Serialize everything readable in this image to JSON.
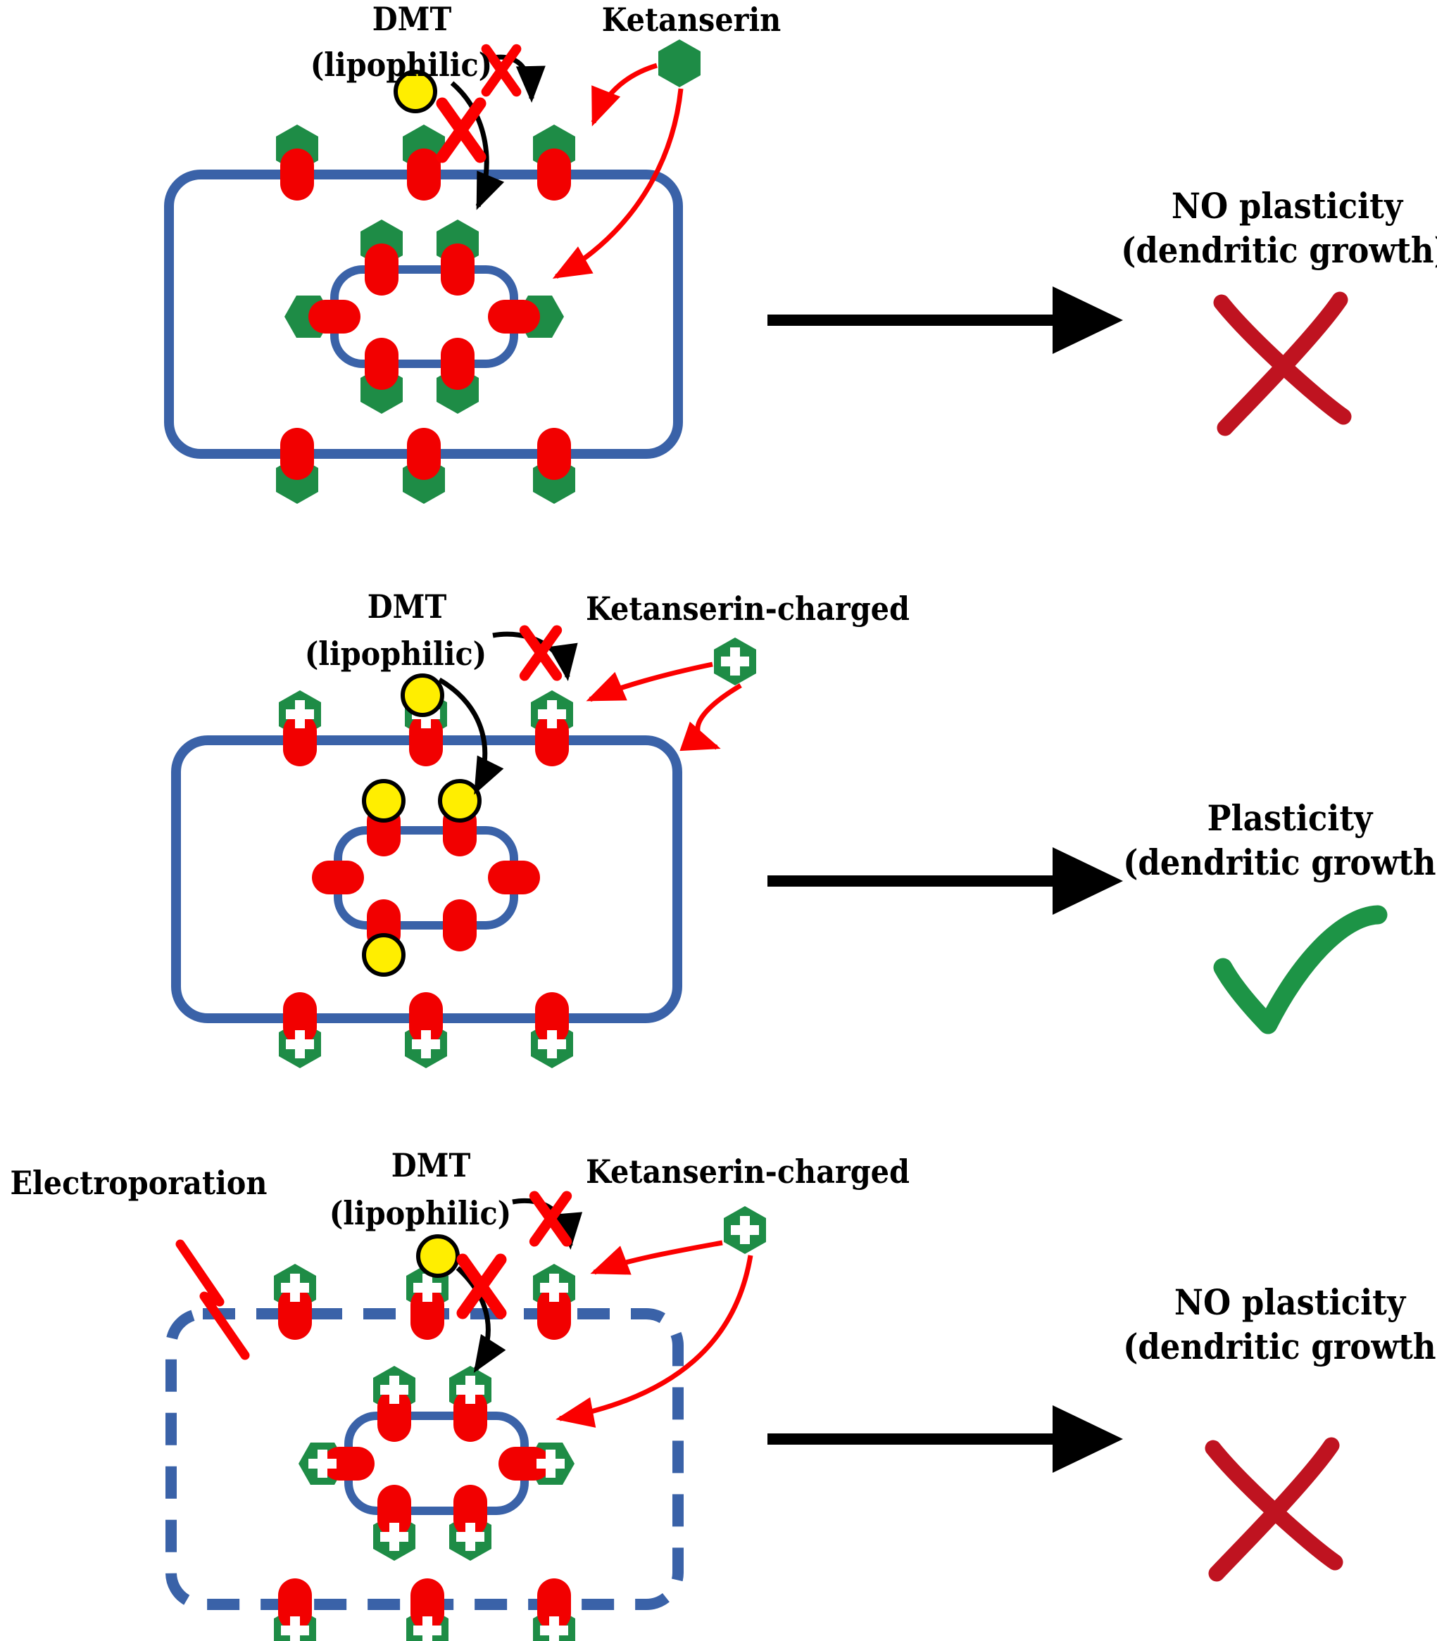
{
  "colors": {
    "background": "#ffffff",
    "ink": "#000000",
    "membrane_blue": "#3a62a8",
    "receptor_red": "#f20000",
    "ketanserin_green": "#1e8c46",
    "dmt_yellow": "#ffee00",
    "annotation_red": "#fb0000",
    "result_x_red": "#bf1320",
    "check_green": "#1d9446"
  },
  "icons": {
    "dmt": "yellow-circle",
    "ketanserin": "green-hexagon",
    "ketanserin_charged": "green-hexagon-with-plus",
    "receptor": "red-pill",
    "blocked": "red-x",
    "no_plasticity": "dark-red-hand-drawn-x",
    "plasticity": "green-checkmark",
    "electroporation": "red-lightning-bolt"
  },
  "panels": [
    {
      "name": "ketanserin-uncharged",
      "dmt_label_line1": "DMT",
      "dmt_label_line2": "(lipophilic)",
      "ligand_label": "Ketanserin",
      "outcome_line1": "NO plasticity",
      "outcome_line2": "(dendritic growth)",
      "outcome": "negative"
    },
    {
      "name": "ketanserin-charged",
      "dmt_label_line1": "DMT",
      "dmt_label_line2": "(lipophilic)",
      "ligand_label": "Ketanserin-charged",
      "outcome_line1": "Plasticity",
      "outcome_line2": "(dendritic growth)",
      "outcome": "positive"
    },
    {
      "name": "ketanserin-charged-electroporation",
      "extra_label": "Electroporation",
      "dmt_label_line1": "DMT",
      "dmt_label_line2": "(lipophilic)",
      "ligand_label": "Ketanserin-charged",
      "outcome_line1": "NO plasticity",
      "outcome_line2": "(dendritic growth)",
      "outcome": "negative"
    }
  ]
}
